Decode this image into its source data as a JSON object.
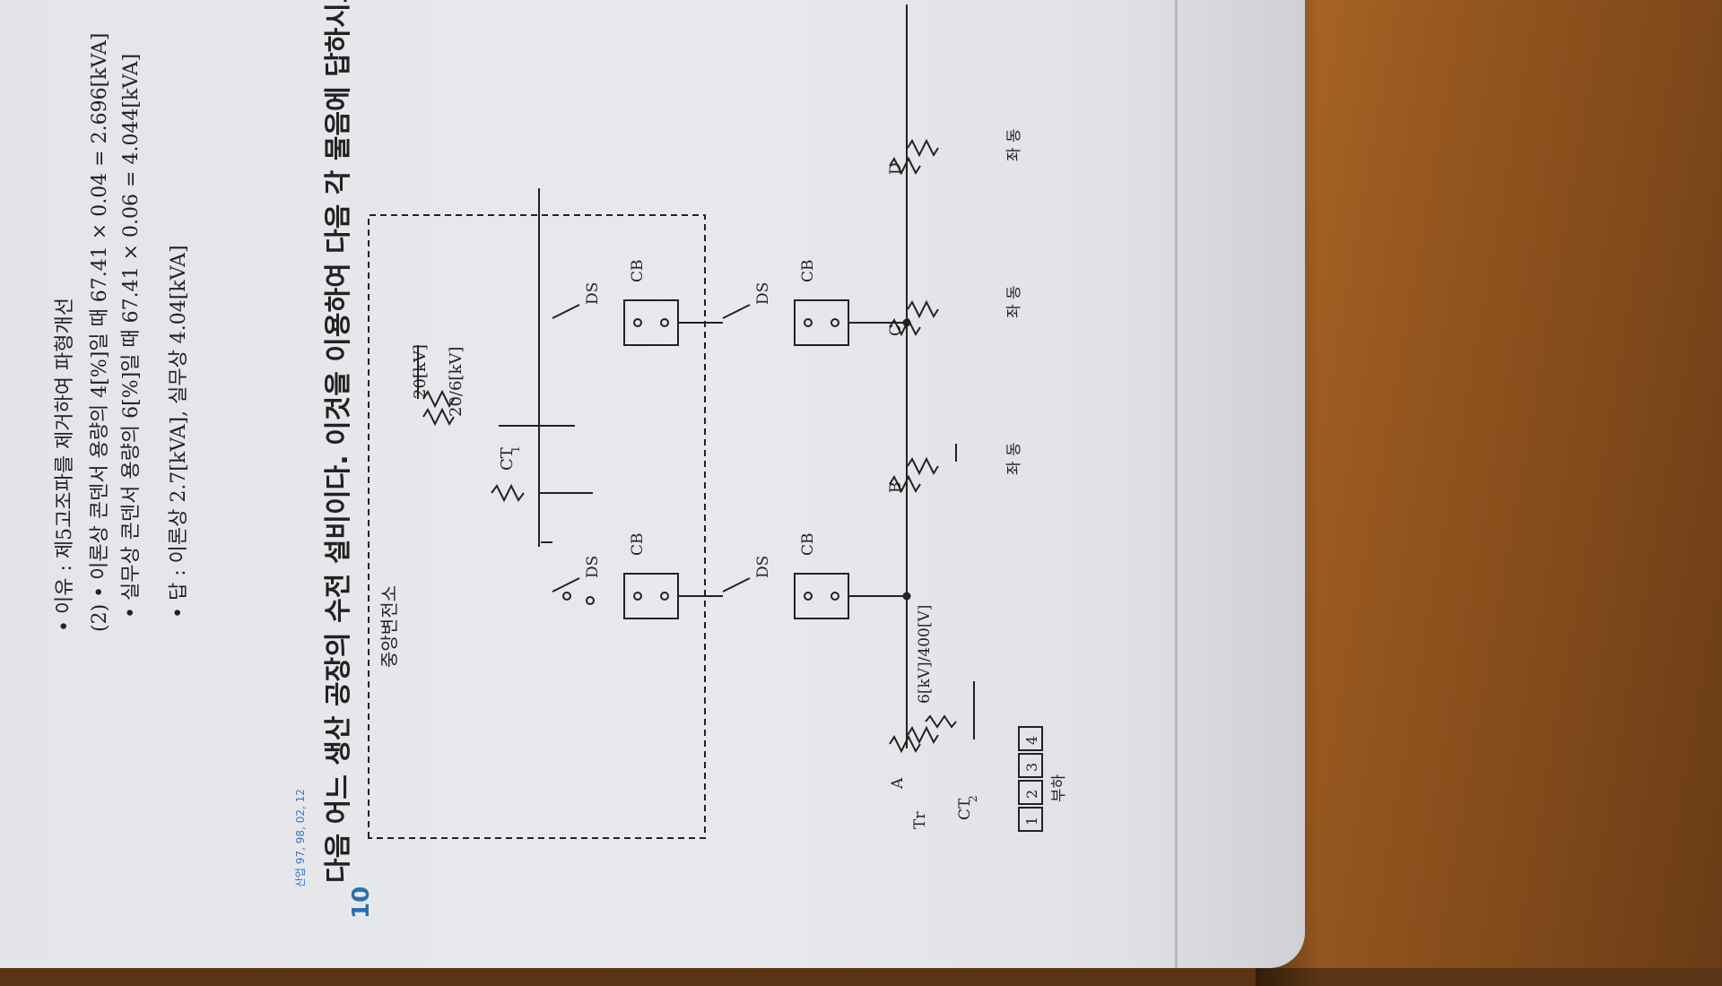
{
  "answer_block": {
    "reason_line": "• 이유 : 제5고조파를 제거하여 파형개선",
    "item2_line1": "(2) • 이론상 콘덴서 용량의 4[%]일 때 67.41 × 0.04 = 2.696[kVA]",
    "item2_line2": "• 실무상 콘덴서 용량의 6[%]일 때 67.41 × 0.06 = 4.044[kVA]",
    "answer_line": "• 답 : 이론상 2.7[kVA], 실무상 4.04[kVA]"
  },
  "question": {
    "number": "10",
    "years": "산업 97, 98, 02, 12",
    "title": "다음 어느 생산 공장의 수전 설비이다. 이것을 이용하여 다음 각 물음에 답하시오."
  },
  "diagram": {
    "central_substation": "중앙변전소",
    "voltage_20kv": "20[kV]",
    "transformer_main": "20/6[kV]",
    "ct1": "CT",
    "ct1_sub": "1",
    "ct2": "CT",
    "ct2_sub": "2",
    "ds": "DS",
    "cb": "CB",
    "tr": "Tr",
    "tr_rating": "6[kV]/400[V]",
    "node_a": "A",
    "node_b": "B",
    "node_c": "C",
    "node_d": "D",
    "same": "좌 동",
    "load": "부하",
    "load_boxes": [
      "1",
      "2",
      "3",
      "4"
    ]
  }
}
